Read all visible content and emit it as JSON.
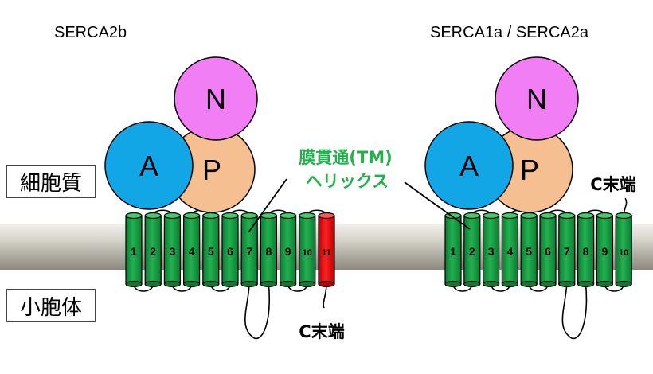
{
  "titles": {
    "left": "SERCA2b",
    "right": "SERCA1a / SERCA2a"
  },
  "compartments": {
    "cytoplasm": "細胞質",
    "lumen": "小胞体"
  },
  "domains": {
    "actuator": "A",
    "phosphorylation": "P",
    "nucleotide": "N"
  },
  "annotations": {
    "tm_line1": "膜貫通(TM)",
    "tm_line2": "ヘリックス",
    "c_terminus_left": "C末端",
    "c_terminus_right": "C末端"
  },
  "helices": {
    "left": [
      "1",
      "2",
      "3",
      "4",
      "5",
      "6",
      "7",
      "8",
      "9",
      "10",
      "11"
    ],
    "right": [
      "1",
      "2",
      "3",
      "4",
      "5",
      "6",
      "7",
      "8",
      "9",
      "10"
    ]
  },
  "colors": {
    "domain_A": "#12a6e6",
    "domain_P": "#f5bf92",
    "domain_N": "#f27ef5",
    "helix": "#1aa14a",
    "helix_extra": "#ee1111",
    "tm_label": "#22b04b",
    "membrane": "#cbc7bd"
  }
}
